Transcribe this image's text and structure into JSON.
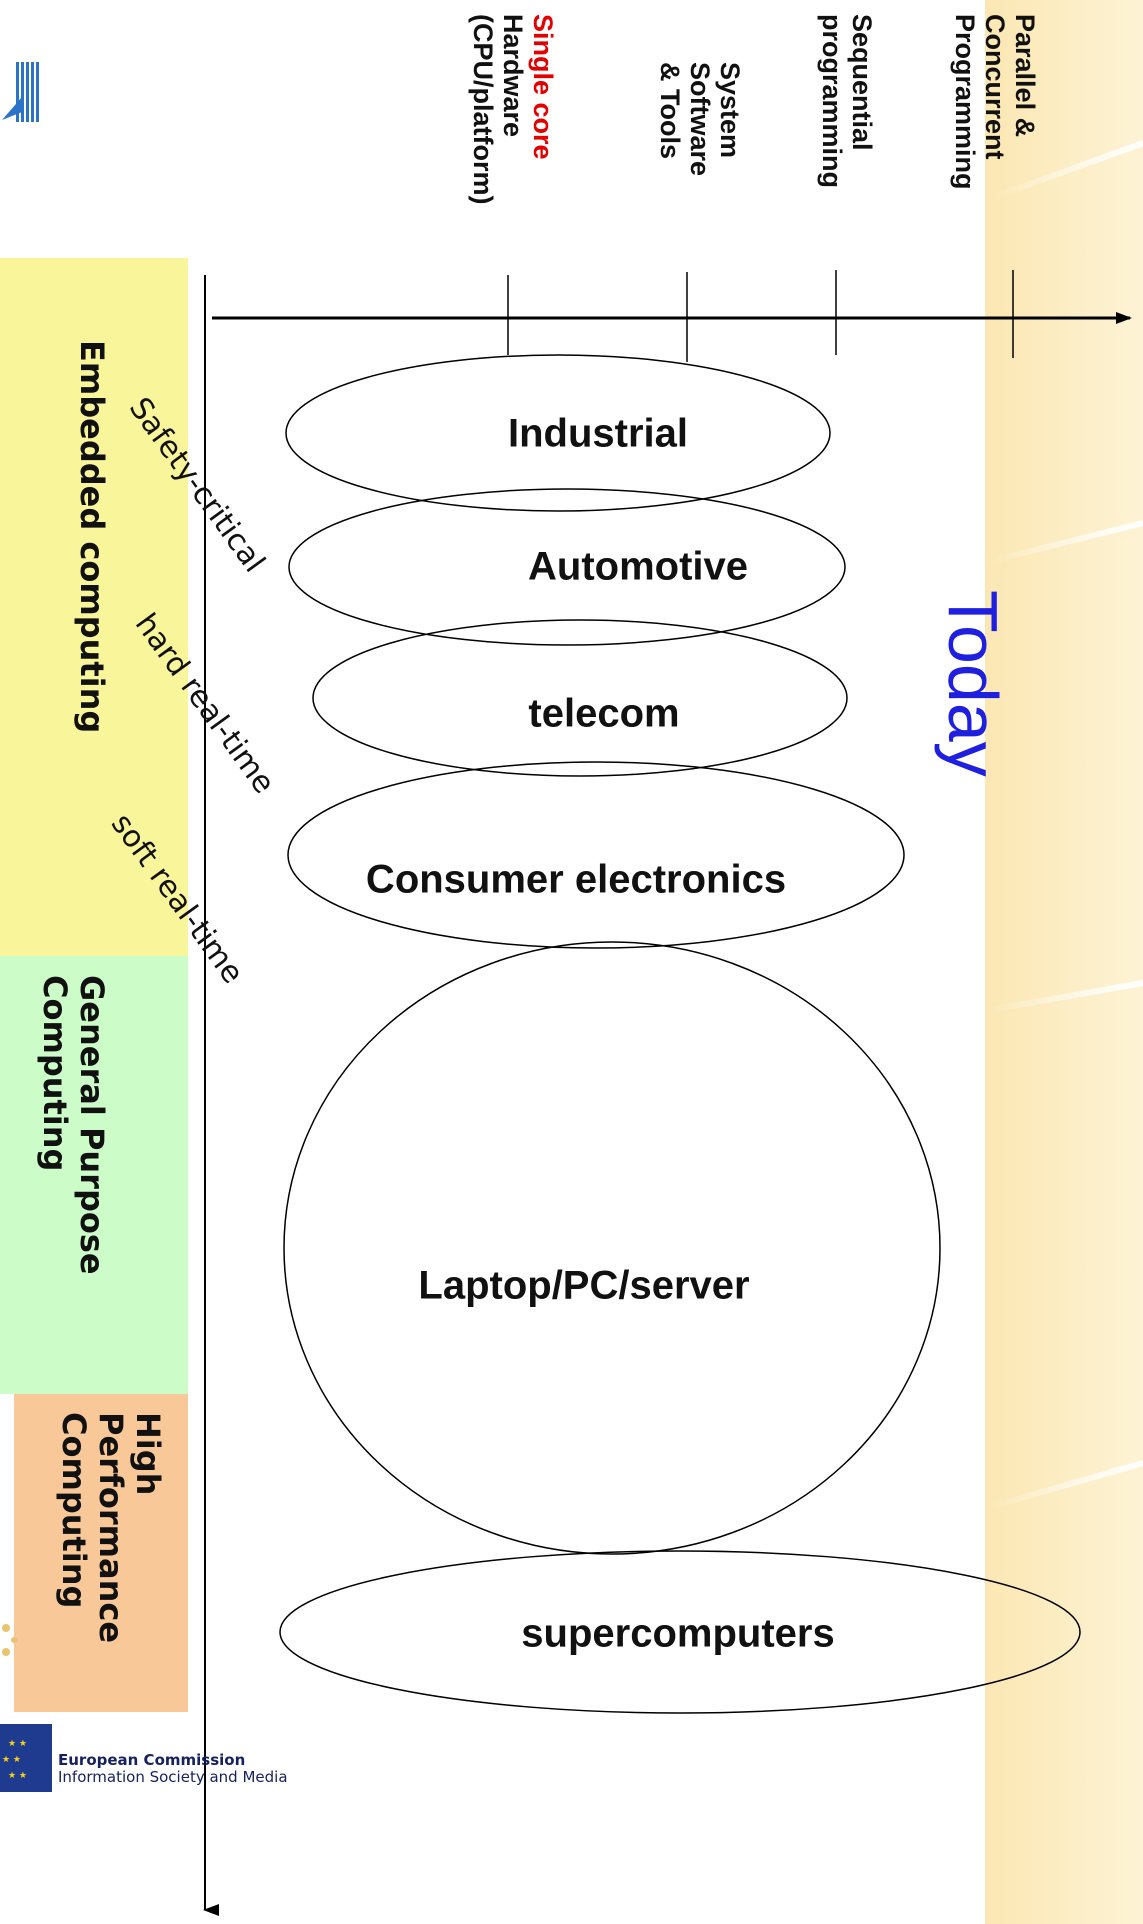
{
  "title": "Today",
  "axis_labels": [
    {
      "id": "parallel",
      "lines": [
        "Parallel &",
        "Concurrent",
        "Programming"
      ],
      "highlight": ""
    },
    {
      "id": "sequential",
      "lines": [
        "Sequential",
        "programming"
      ],
      "highlight": ""
    },
    {
      "id": "system",
      "lines": [
        "System",
        "Software",
        "& Tools"
      ],
      "highlight": ""
    },
    {
      "id": "hardware",
      "lines": [
        "Single core",
        "Hardware",
        "(CPU/platform)"
      ],
      "highlight": "Single core"
    }
  ],
  "categories": [
    {
      "id": "embedded",
      "lines": [
        "Embedded computing"
      ],
      "color": "#f9f59a"
    },
    {
      "id": "general",
      "lines": [
        "General Purpose",
        "Computing"
      ],
      "color": "#ccfdc9"
    },
    {
      "id": "hpc",
      "lines": [
        "High",
        "Performance",
        "Computing"
      ],
      "color": "#f9c899"
    }
  ],
  "realtime_labels": [
    "Safety-critical",
    "hard real-time",
    "soft real-time"
  ],
  "domains": [
    "Industrial",
    "Automotive",
    "telecom",
    "Consumer electronics",
    "Laptop/PC/server",
    "supercomputers"
  ],
  "footer": {
    "org": "European Commission",
    "dept": "Information Society and Media"
  },
  "colors": {
    "accent_blue": "#1f1fe0",
    "highlight_red": "#e40000",
    "band": "#fbe7b3"
  },
  "icons": [
    "bar-logo-icon",
    "eu-flag-icon",
    "dots-icon"
  ]
}
